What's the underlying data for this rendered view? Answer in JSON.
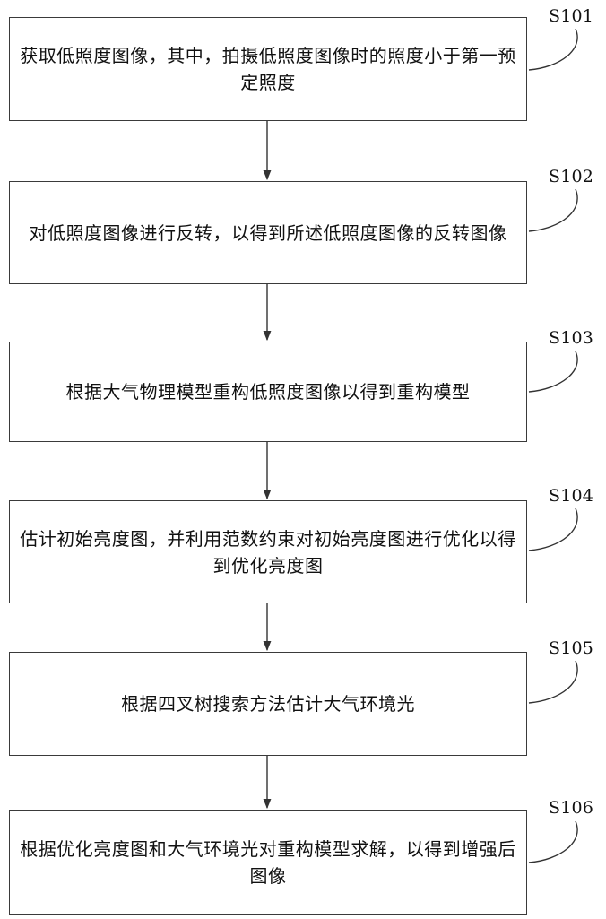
{
  "steps": [
    {
      "id": "S101",
      "text": "获取低照度图像，其中，拍摄低照度图像时的照度小于第一预定照度"
    },
    {
      "id": "S102",
      "text": "对低照度图像进行反转，以得到所述低照度图像的反转图像"
    },
    {
      "id": "S103",
      "text": "根据大气物理模型重构低照度图像以得到重构模型"
    },
    {
      "id": "S104",
      "text": "估计初始亮度图，并利用范数约束对初始亮度图进行优化以得到优化亮度图"
    },
    {
      "id": "S105",
      "text": "根据四叉树搜索方法估计大气环境光"
    },
    {
      "id": "S106",
      "text": "根据优化亮度图和大气环境光对重构模型求解，以得到增强后图像"
    }
  ]
}
